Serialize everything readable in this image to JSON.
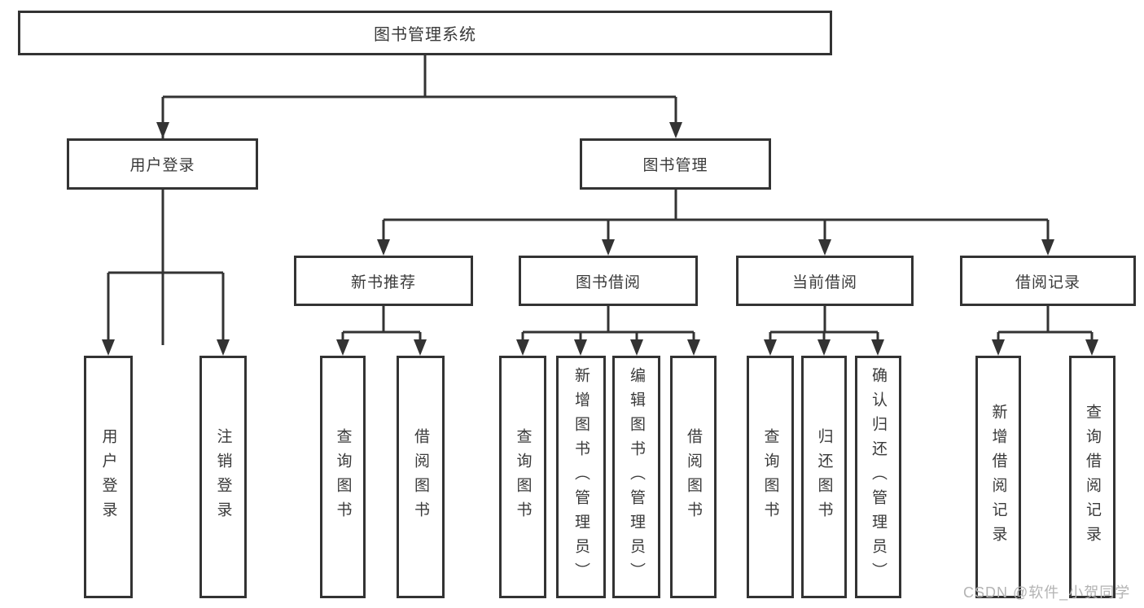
{
  "tree": {
    "root": {
      "label": "图书管理系统"
    },
    "children": [
      {
        "label": "用户登录",
        "children": [
          {
            "label": "用户登录"
          },
          {
            "label": "注销登录"
          }
        ]
      },
      {
        "label": "图书管理",
        "children": [
          {
            "label": "新书推荐",
            "children": [
              {
                "label": "查询图书"
              },
              {
                "label": "借阅图书"
              }
            ]
          },
          {
            "label": "图书借阅",
            "children": [
              {
                "label": "查询图书"
              },
              {
                "label": "新增图书（管理员）"
              },
              {
                "label": "编辑图书（管理员）"
              },
              {
                "label": "借阅图书"
              }
            ]
          },
          {
            "label": "当前借阅",
            "children": [
              {
                "label": "查询图书"
              },
              {
                "label": "归还图书"
              },
              {
                "label": "确认归还（管理员）"
              }
            ]
          },
          {
            "label": "借阅记录",
            "children": [
              {
                "label": "新增借阅记录"
              },
              {
                "label": "查询借阅记录"
              }
            ]
          }
        ]
      }
    ]
  },
  "watermark": "CSDN @软件_小贺同学",
  "colors": {
    "line": "#333333",
    "box_border": "#333333",
    "text": "#3a3a3a",
    "watermark": "#b3b3b3",
    "background": "#ffffff"
  }
}
